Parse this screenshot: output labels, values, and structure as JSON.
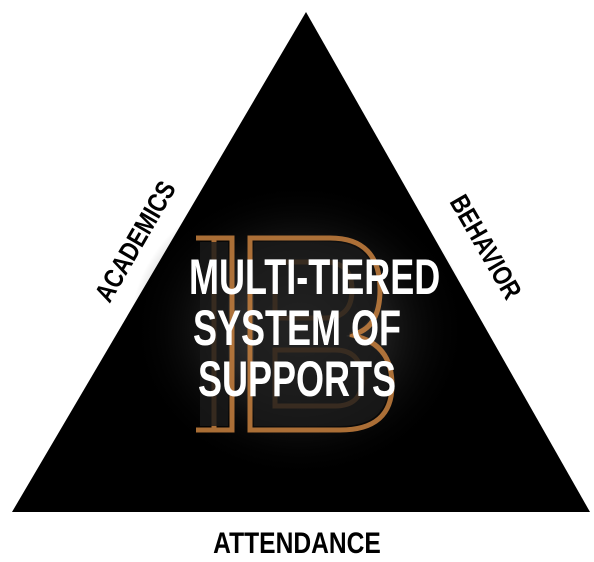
{
  "diagram": {
    "title_lines": [
      "MULTI-TIERED",
      "SYSTEM OF",
      "SUPPORTS"
    ],
    "left_side_label": "ACADEMICS",
    "right_side_label": "BEHAVIOR",
    "bottom_label": "ATTENDANCE",
    "logo_watermark_text": "IB",
    "colors": {
      "triangle_fill": "#000000",
      "title_text": "#ffffff",
      "label_text": "#000000",
      "logo_accent": "#c8813f",
      "center_glow": "#3a3a3a",
      "background": "#ffffff"
    }
  }
}
